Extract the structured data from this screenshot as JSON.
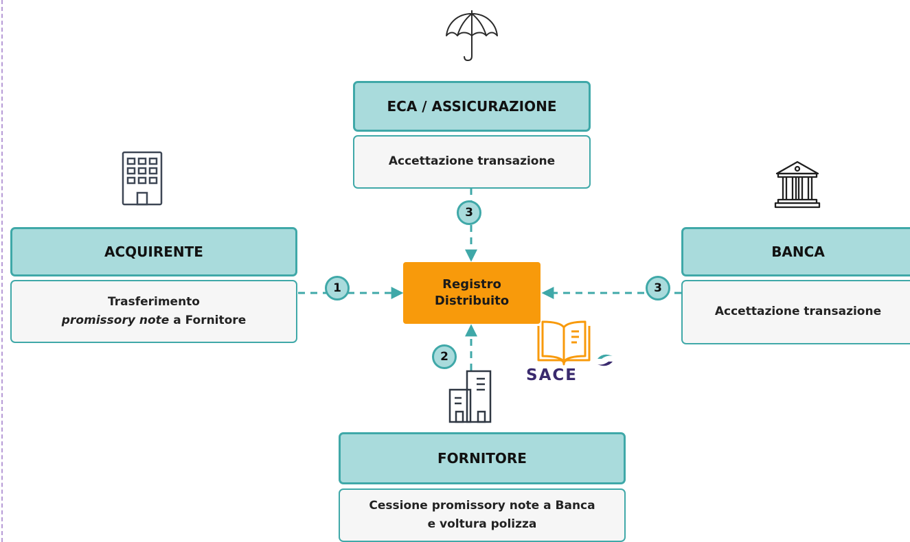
{
  "nodes": {
    "eca": {
      "title": "ECA / ASSICURAZIONE",
      "description": "Accettazione transazione"
    },
    "acquirente": {
      "title": "ACQUIRENTE",
      "description_line1": "Trasferimento",
      "description_italic": "promissory note",
      "description_line2_rest": " a Fornitore"
    },
    "banca": {
      "title": "BANCA",
      "description": "Accettazione transazione"
    },
    "fornitore": {
      "title": "FORNITORE",
      "description_line1": "Cessione promissory note a Banca",
      "description_line2": "e voltura polizza"
    }
  },
  "center": {
    "line1": "Registro",
    "line2": "Distribuito"
  },
  "steps": {
    "acquirente": "1",
    "fornitore": "2",
    "eca": "3",
    "banca": "3"
  },
  "logo": {
    "text": "SACE"
  },
  "icons": {
    "eca": "umbrella-icon",
    "acquirente": "office-building-icon",
    "banca": "bank-icon",
    "fornitore": "buildings-icon",
    "center": "ledger-book-icon"
  },
  "colors": {
    "header_fill": "#a9dbdc",
    "accent_teal": "#3fa8a8",
    "center_fill": "#f89a0b",
    "description_fill": "#f6f6f6",
    "logo_purple": "#3a2a6e"
  }
}
